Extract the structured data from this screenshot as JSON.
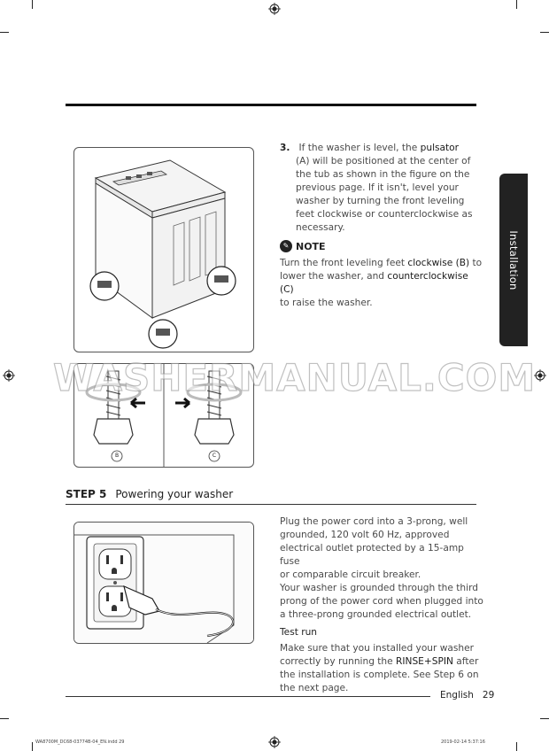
{
  "side_tab": {
    "label": "Installation"
  },
  "step3": {
    "number": "3.",
    "text_before_pulsator": "If the washer is level, the ",
    "pulsator": "pulsator",
    "line2": "(A) will be positioned at the center of",
    "line3": "the tub as shown in the figure on the",
    "line4": "previous page. If it isn't, level your",
    "line5": "washer by turning the front leveling",
    "line6": "feet clockwise or counterclockwise as",
    "line7": "necessary."
  },
  "note": {
    "title": "NOTE",
    "l1_pre": "Turn the front leveling feet ",
    "l1_kw": "clockwise (B)",
    "l1_post": " to",
    "l2_pre": "lower the washer, and ",
    "l2_kw": "counterclockwise (C)",
    "l3": "to raise the washer."
  },
  "figure_labels": {
    "b": "B",
    "c": "C"
  },
  "watermark": "WASHERMANUAL.COM",
  "step5": {
    "label": "STEP 5",
    "title": "Powering your washer"
  },
  "power": {
    "p1": "Plug the power cord into a 3-prong, well",
    "p2": "grounded, 120 volt 60 Hz, approved",
    "p3": "electrical outlet protected by a 15-amp fuse",
    "p4": "or comparable circuit breaker.",
    "p5": "Your washer is grounded through the third",
    "p6": "prong of the power cord when plugged into",
    "p7": "a three-prong grounded electrical outlet.",
    "test_title": "Test run",
    "t1": "Make sure that you installed your washer",
    "t2_pre": "correctly by running the ",
    "t2_kw": "RINSE+SPIN",
    "t2_post": " after",
    "t3": "the installation is complete. See Step 6 on",
    "t4": "the next page."
  },
  "footer": {
    "language": "English",
    "page": "29"
  },
  "slug": {
    "left": "WA8700M_DC68-03774B-04_EN.indd   29",
    "right": "2019-02-14   5:37:16"
  }
}
